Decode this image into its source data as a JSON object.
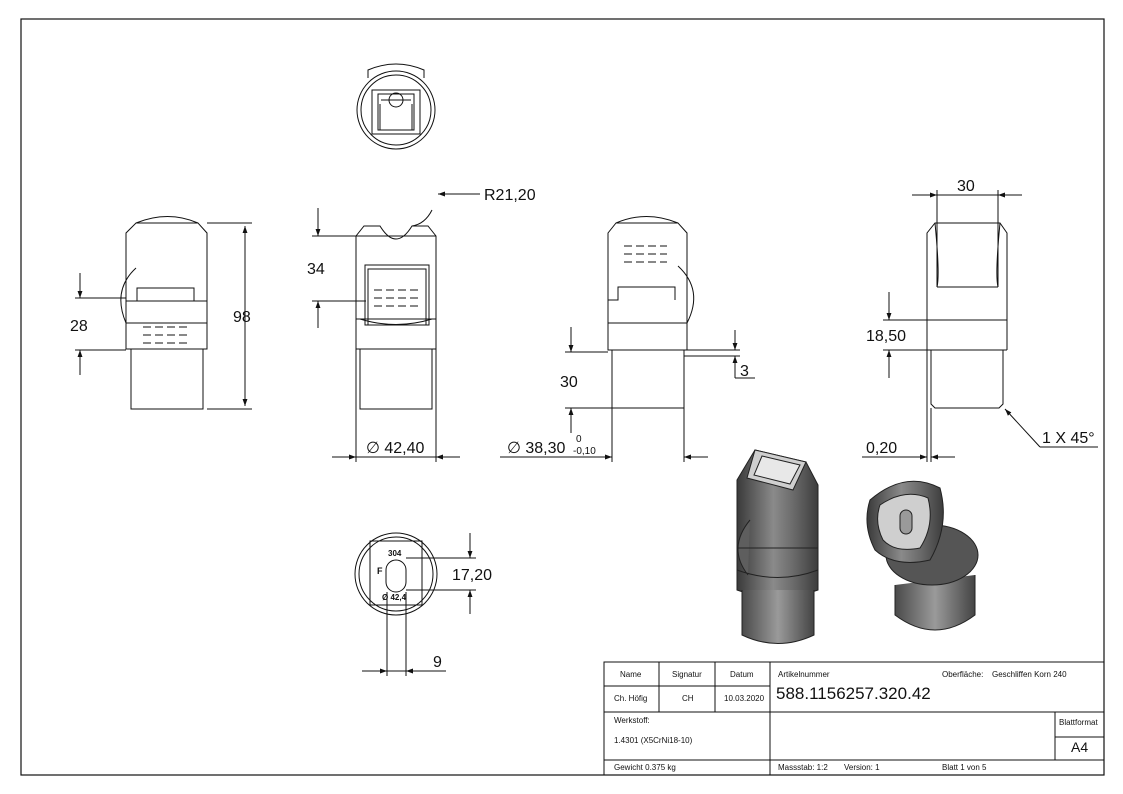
{
  "dims": {
    "radius": "R21,20",
    "overall_height": "98",
    "h_28": "28",
    "h_34": "34",
    "dia_42": "∅ 42,40",
    "dia_38": "∅ 38,30",
    "tol_upper": "0",
    "tol_lower": "-0,10",
    "h_30": "30",
    "d_3": "3",
    "w_30": "30",
    "h_18_50": "18,50",
    "d_0_20": "0,20",
    "chamfer": "1 X 45°",
    "d_17_20": "17,20",
    "d_9": "9"
  },
  "engraving": {
    "material_code": "304",
    "letter": "F",
    "dia_mark": "Ø 42,4"
  },
  "title_block": {
    "name_header": "Name",
    "signature_header": "Signatur",
    "date_header": "Datum",
    "name_value": "Ch. Höfig",
    "signature_value": "CH",
    "date_value": "10.03.2020",
    "article_label": "Artikelnummer",
    "article_number": "588.1156257.320.42",
    "surface_label": "Oberfläche:",
    "surface_value": "Geschliffen Korn 240",
    "material_label": "Werkstoff:",
    "material_value": "1.4301 (X5CrNi18-10)",
    "sheet_format_label": "Blattformat",
    "sheet_format_value": "A4",
    "weight": "Gewicht 0.375 kg",
    "scale": "Massstab: 1:2",
    "version": "Version: 1",
    "sheet_number": "Blatt 1 von 5"
  }
}
